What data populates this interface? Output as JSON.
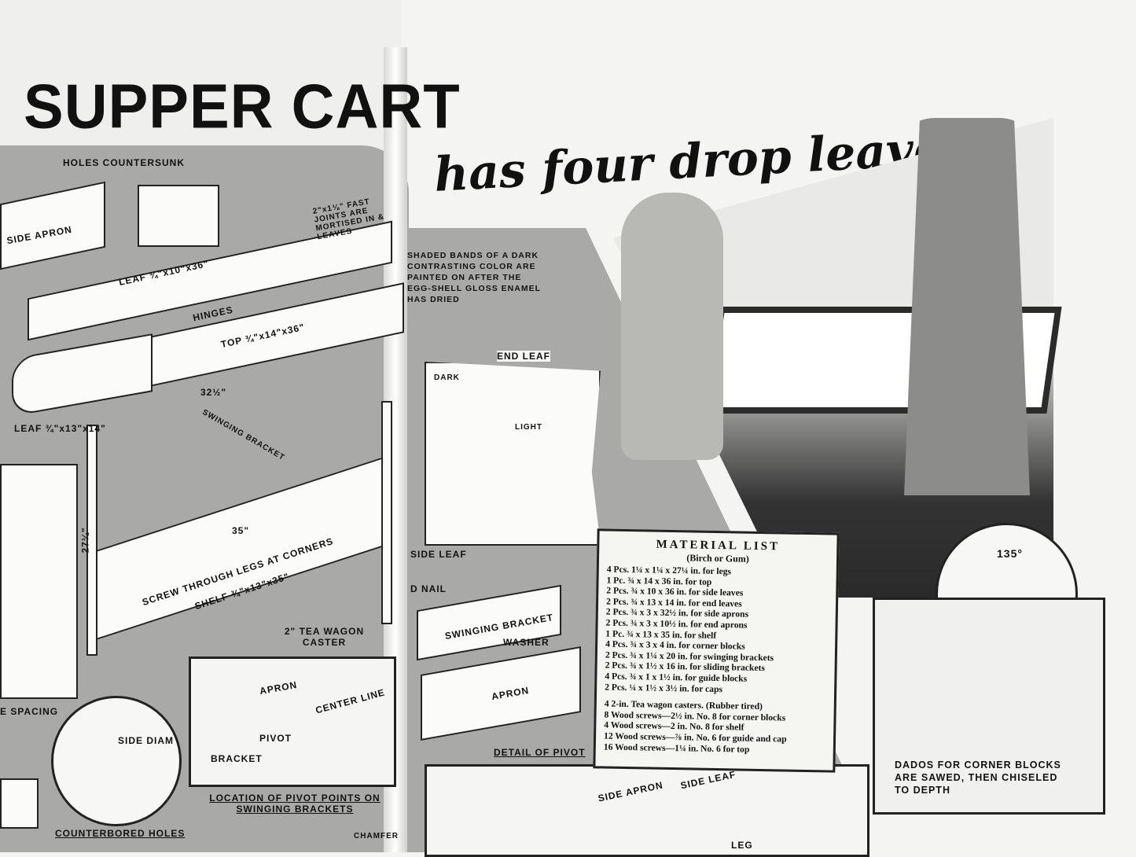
{
  "title": "SUPPER CART",
  "subtitle": "has four drop leaves",
  "diagram_labels": {
    "holes_countersunk": "HOLES COUNTERSUNK",
    "side_apron": "SIDE APRON",
    "leaf_top": "LEAF ¾\"x10\"x36\"",
    "hinges": "HINGES",
    "top": "TOP ¾\"x14\"x36\"",
    "fast_joints": "2\"x1⅛\" FAST JOINTS ARE MORTISED IN & LEAVES",
    "leaf_end": "LEAF ¾\"x13\"x14\"",
    "swinging_bracket": "SWINGING BRACKET",
    "screw_through": "SCREW THROUGH LEGS AT CORNERS",
    "shelf": "SHELF ¾\"x13\"x35\"",
    "caster": "2\" TEA WAGON CASTER",
    "dim_35": "35\"",
    "dim_32": "32½\"",
    "dim_27": "27¼\"",
    "spacing": "E SPACING",
    "counterbored": "COUNTERBORED HOLES",
    "side_diam": "SIDE DIAM",
    "apron": "APRON",
    "center_line": "CENTER LINE",
    "pivot": "PIVOT",
    "bracket": "BRACKET",
    "location_pivot": "LOCATION OF PIVOT POINTS ON SWINGING BRACKETS",
    "chamfer": "CHAMFER",
    "shaded_note": "SHADED BANDS OF A DARK CONTRASTING COLOR ARE PAINTED ON AFTER THE EGG-SHELL GLOSS ENAMEL HAS DRIED",
    "end_leaf": "END LEAF",
    "dark": "DARK",
    "light": "LIGHT",
    "side_leaf": "SIDE LEAF",
    "nail": "D NAIL",
    "swinging_bracket2": "SWINGING BRACKET",
    "washer": "WASHER",
    "apron2": "APRON",
    "detail_pivot": "DETAIL OF PIVOT",
    "angle": "135°",
    "dados": "DADOS FOR CORNER BLOCKS ARE SAWED, THEN CHISELED TO DEPTH",
    "side_apron2": "SIDE APRON",
    "side_leaf2": "SIDE LEAF",
    "leg": "LEG"
  },
  "material_list": {
    "heading": "MATERIAL LIST",
    "subheading": "(Birch or Gum)",
    "items": [
      "4 Pcs. 1¼ x 1¼ x 27¼ in. for legs",
      "1 Pc. ¾ x 14 x 36 in. for top",
      "2 Pcs. ¾ x 10 x 36 in. for side leaves",
      "2 Pcs. ¾ x 13 x 14 in. for end leaves",
      "2 Pcs. ¾ x 3 x 32½ in. for side aprons",
      "2 Pcs. ¾ x 3 x 10½ in. for end aprons",
      "1 Pc. ¾ x 13 x 35 in. for shelf",
      "4 Pcs. ¾ x 3 x 4 in. for corner blocks",
      "2 Pcs. ¾ x 1¼ x 20 in. for swinging brackets",
      "2 Pcs. ¾ x 1½ x 16 in. for sliding brackets",
      "4 Pcs. ¾ x 1 x 1½ in. for guide blocks",
      "2 Pcs. ¼ x 1½ x 3½ in. for caps"
    ],
    "hardware": [
      "4 2-in. Tea wagon casters. (Rubber tired)",
      "8 Wood screws—2½ in. No. 8 for corner blocks",
      "4 Wood screws—2 in. No. 8 for shelf",
      "12 Wood screws—⅞ in. No. 6 for guide and cap",
      "16 Wood screws—1¼ in. No. 6 for top"
    ]
  }
}
